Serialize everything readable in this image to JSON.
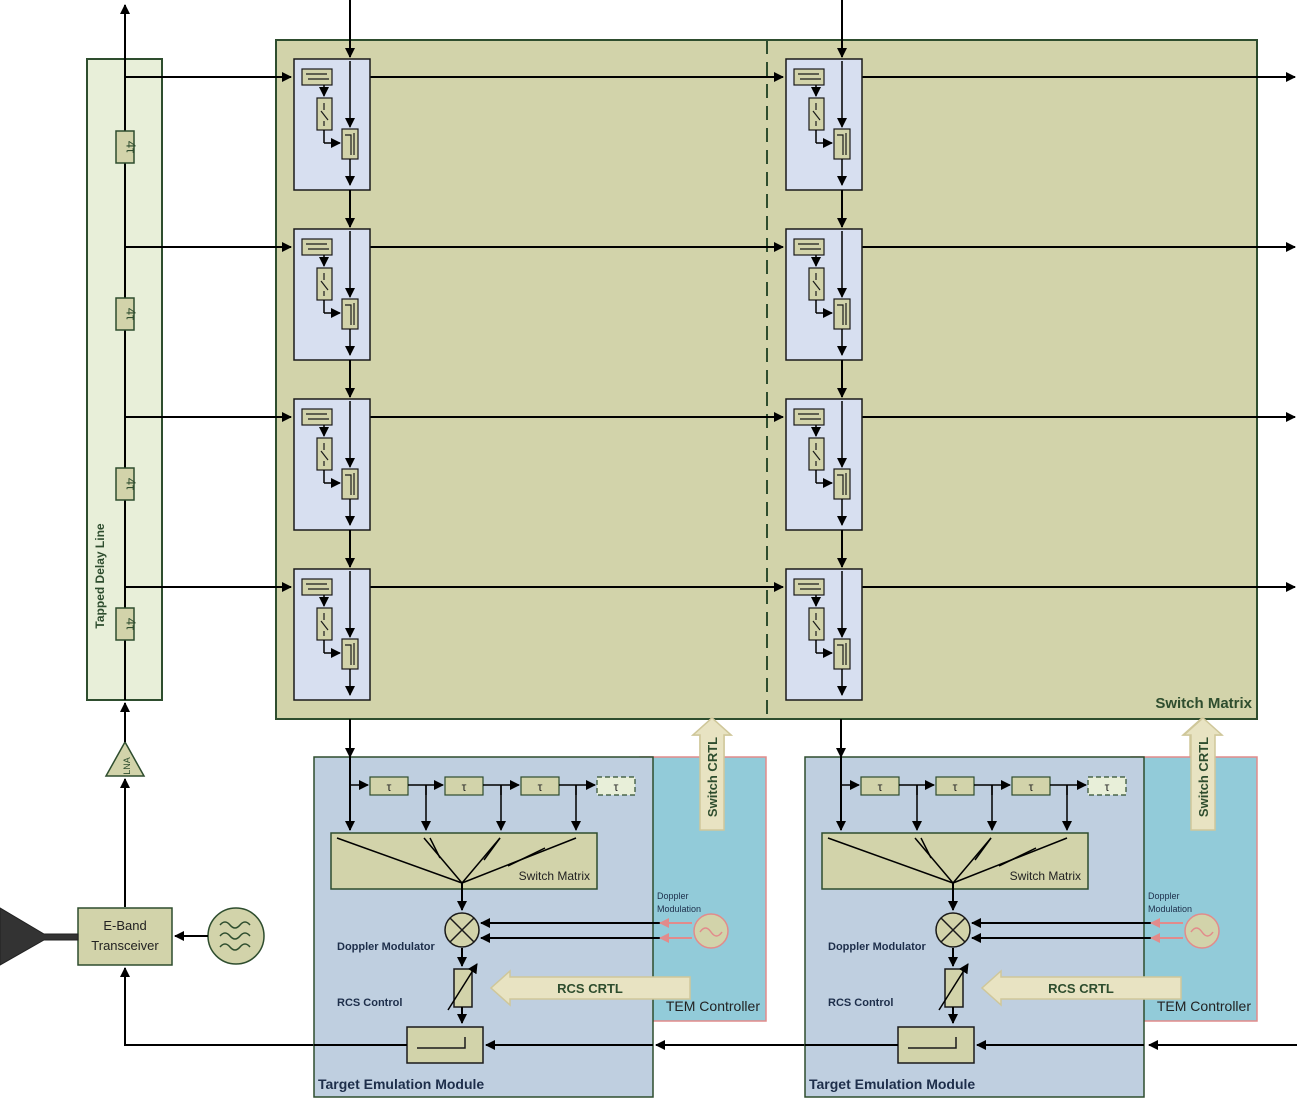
{
  "labels": {
    "tapped_delay_line": "Tapped Delay Line",
    "delay_tap": "4τ",
    "lna": "LNA",
    "transceiver_line1": "E-Band",
    "transceiver_line2": "Transceiver",
    "switch_matrix": "Switch Matrix",
    "switch_crtl": "Switch CRTL",
    "doppler_line1": "Doppler",
    "doppler_line2": "Modulation",
    "doppler_modulator": "Doppler Modulator",
    "rcs_control": "RCS Control",
    "rcs_crtl": "RCS CRTL",
    "tem_controller": "TEM Controller",
    "inner_switch_matrix": "Switch Matrix",
    "target_emulation_module": "Target Emulation Module",
    "tau": "τ"
  },
  "colors": {
    "switch_matrix_bg": "#d2d3aa",
    "tapped_line_bg": "#e8efd9",
    "border_green": "#2e4d2e",
    "cell_bg": "#d7dff0",
    "component_bg": "#d2d3aa",
    "tem_bg": "#bfcfe0",
    "controller_bg": "#92cbd9",
    "controller_border": "#e28b8b",
    "arrow_tan": "#e8e3c2",
    "text_green": "#2e4d2e"
  }
}
